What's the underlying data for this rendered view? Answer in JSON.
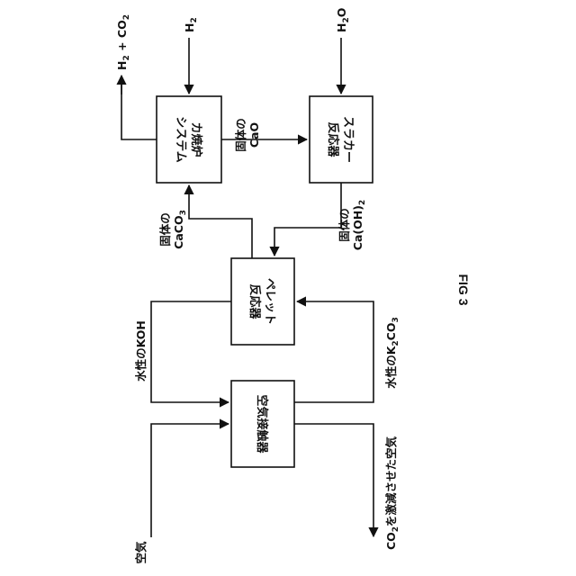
{
  "figure_label": "FIG 3",
  "boxes": {
    "calciner": [
      "カ焼炉",
      "システム"
    ],
    "slaker": [
      "スラカー",
      "反応器"
    ],
    "pellet": [
      "ペレット",
      "反応器"
    ],
    "contactor": [
      "空気接触器"
    ]
  },
  "labels": {
    "h2_co2": [
      "H",
      "2",
      " + CO",
      "2"
    ],
    "h2": [
      "H",
      "2"
    ],
    "h2o": [
      "H",
      "2",
      "O"
    ],
    "solid_cao": [
      "固体の",
      "CaO"
    ],
    "solid_caco3": [
      "固体の",
      "CaCO",
      "3"
    ],
    "solid_caoh2": [
      "固体の",
      "Ca(OH)",
      "2"
    ],
    "aq_koh": "水性のKOH",
    "aq_k2co3": [
      "水性のK",
      "2",
      "CO",
      "3"
    ],
    "air": "空気",
    "co2_depleted": [
      "CO",
      "2",
      "を激減させた空気"
    ]
  }
}
